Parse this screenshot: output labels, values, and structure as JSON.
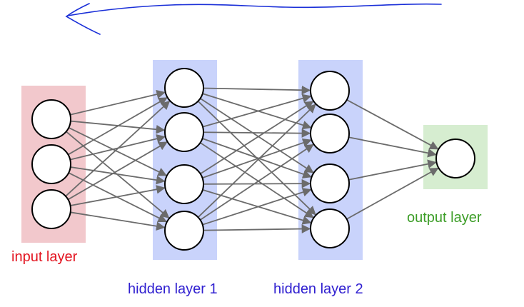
{
  "diagram": {
    "layers": [
      {
        "label": "input layer",
        "neurons": 3,
        "band_color": "#f2c8cc",
        "label_color": "#e3121e"
      },
      {
        "label": "hidden layer 1",
        "neurons": 4,
        "band_color": "#c9d3fb",
        "label_color": "#2f1fd0"
      },
      {
        "label": "hidden layer 2",
        "neurons": 4,
        "band_color": "#c9d3fb",
        "label_color": "#2f1fd0"
      },
      {
        "label": "output layer",
        "neurons": 1,
        "band_color": "#d6edd0",
        "label_color": "#3c9d27"
      }
    ],
    "connection_color": "#6b6b6b",
    "neuron_fill": "#ffffff",
    "neuron_stroke": "#000000",
    "annotation": {
      "type": "hand-drawn-arrow",
      "direction": "left",
      "color": "#1a2fd8"
    }
  }
}
